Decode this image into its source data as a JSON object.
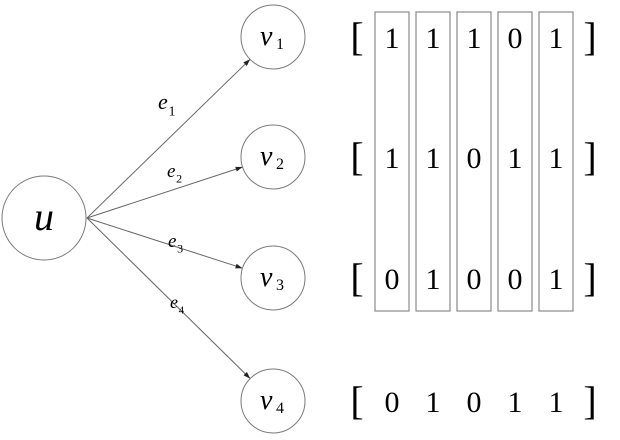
{
  "source_node": {
    "label": "u"
  },
  "target_nodes": [
    {
      "label": "v",
      "sub": "1"
    },
    {
      "label": "v",
      "sub": "2"
    },
    {
      "label": "v",
      "sub": "3"
    },
    {
      "label": "v",
      "sub": "4"
    }
  ],
  "edges": [
    {
      "label": "e",
      "sub": "1"
    },
    {
      "label": "e",
      "sub": "2"
    },
    {
      "label": "e",
      "sub": "3"
    },
    {
      "label": "e",
      "sub": "4"
    }
  ],
  "vectors": [
    {
      "bits": [
        "1",
        "1",
        "1",
        "0",
        "1"
      ]
    },
    {
      "bits": [
        "1",
        "1",
        "0",
        "1",
        "1"
      ]
    },
    {
      "bits": [
        "0",
        "1",
        "0",
        "0",
        "1"
      ]
    },
    {
      "bits": [
        "0",
        "1",
        "0",
        "1",
        "1"
      ]
    }
  ],
  "brackets": {
    "open": "[",
    "close": "]"
  },
  "highlighted_columns": 5,
  "highlighted_rows": 3
}
